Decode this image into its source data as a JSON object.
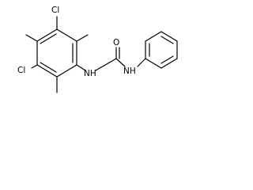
{
  "diagram": {
    "type": "chemical-structure",
    "labels": {
      "cl_top": "Cl",
      "cl_bottom": "Cl",
      "amide_nh": "NH",
      "urea_nh": "NH",
      "oxygen": "O"
    },
    "colors": {
      "bond": "#000000",
      "text": "#000000",
      "background": "#ffffff"
    }
  }
}
